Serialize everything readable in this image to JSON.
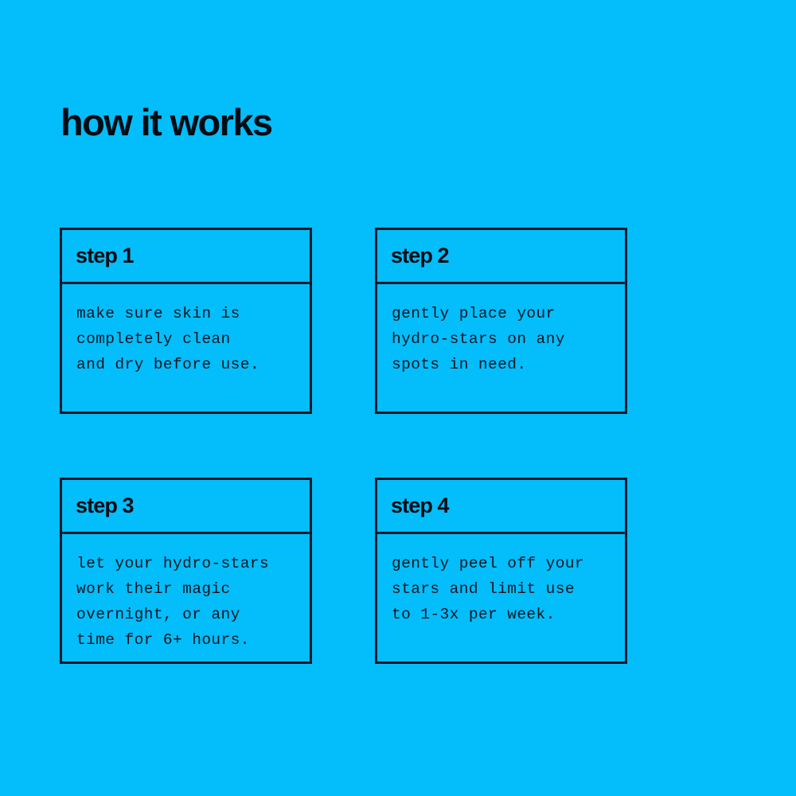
{
  "theme": {
    "background_color": "#04BDFB",
    "ink_color": "#0A1A2A",
    "text_color": "#040D14"
  },
  "header": {
    "title": "how it works"
  },
  "steps": [
    {
      "label": "step 1",
      "lines": [
        "make sure skin is",
        "completely clean",
        "and dry before use."
      ]
    },
    {
      "label": "step 2",
      "lines": [
        "gently place your",
        "hydro-stars on any",
        "spots in need."
      ]
    },
    {
      "label": "step 3",
      "lines": [
        "let your hydro-stars",
        "work their magic",
        "overnight, or any",
        "time for 6+ hours."
      ]
    },
    {
      "label": "step 4",
      "lines": [
        "gently peel off your",
        "stars and limit use",
        "to 1-3x per week."
      ]
    }
  ]
}
